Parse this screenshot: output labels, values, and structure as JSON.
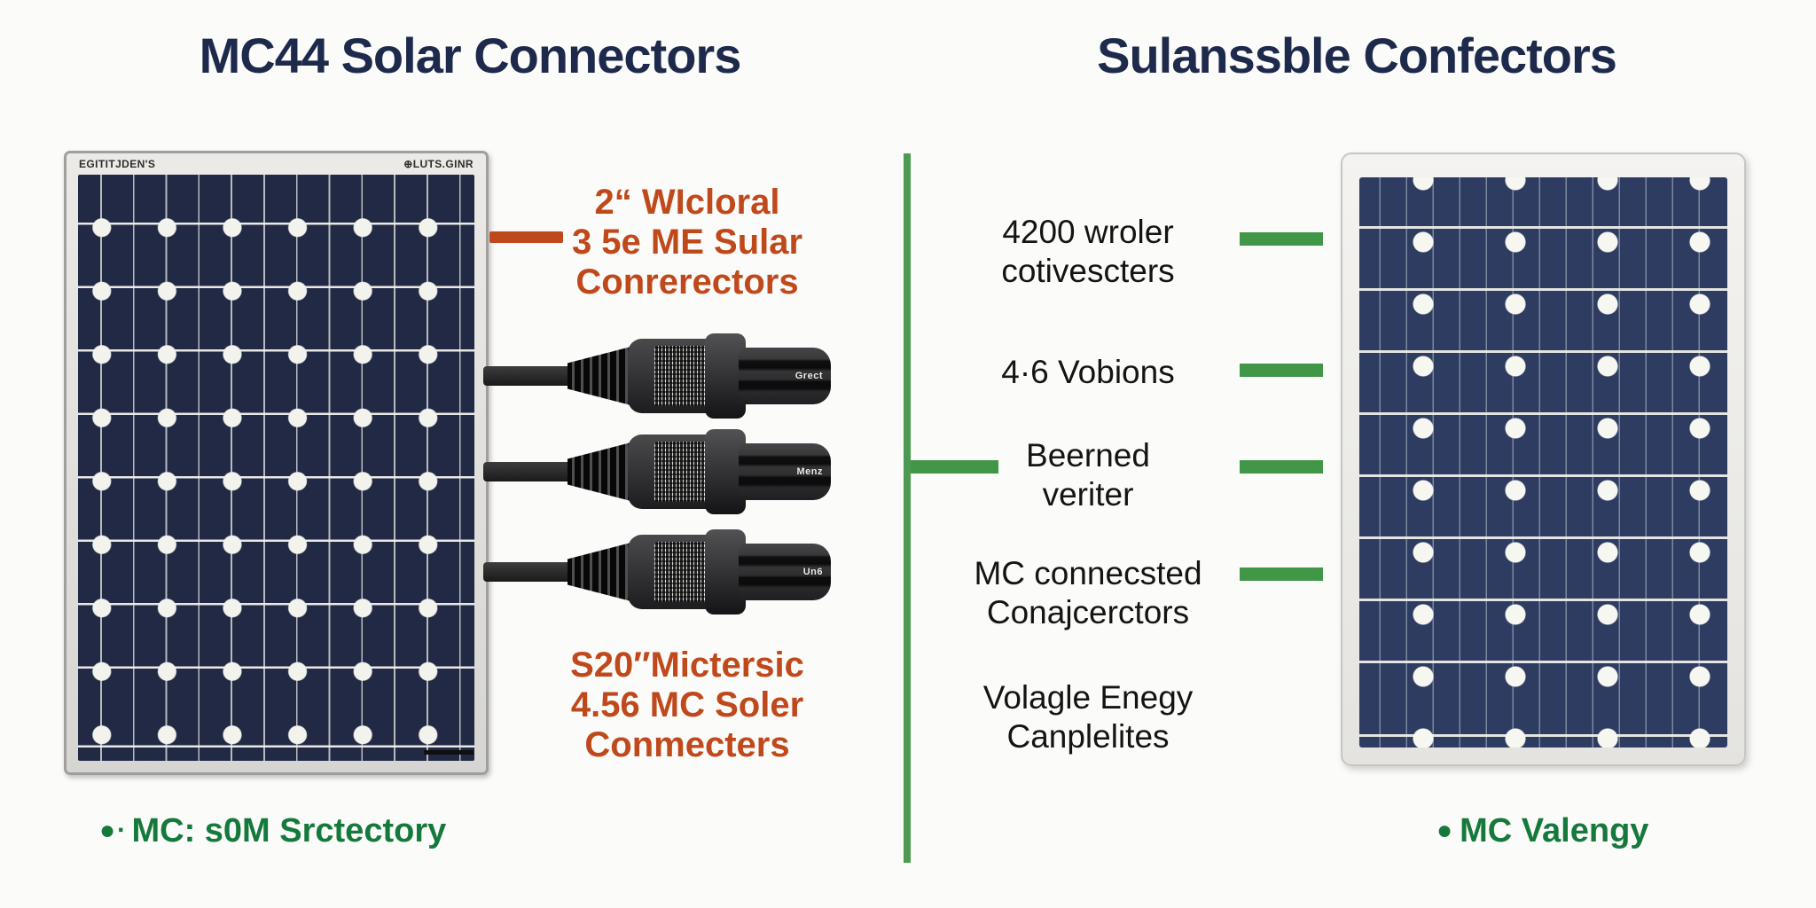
{
  "titles": {
    "left": "MC44 Solar Connectors",
    "right": "Sulanssble Confectors"
  },
  "left_panel": {
    "brand_left": "EGITITJDEN'S",
    "brand_right": "⊕LUTS.GINR"
  },
  "callouts": {
    "top": {
      "line1": "2“ WIcloral",
      "line2": "3 5e ME Sular",
      "line3": "Conrerectors"
    },
    "bottom": {
      "line1": "S20″Mictersic",
      "line2": "4.56 MC Soler",
      "line3": "Conmecters"
    }
  },
  "connectors": [
    {
      "label": "Grect"
    },
    {
      "label": "Menz"
    },
    {
      "label": "Un6"
    }
  ],
  "features": [
    {
      "line1": "4200 wroler",
      "line2": "cotivescters"
    },
    {
      "line1": "4·6 Vobions",
      "line2": ""
    },
    {
      "line1": "Beerned",
      "line2": "veriter"
    },
    {
      "line1": "MC connecsted",
      "line2": "Conajcerctors"
    },
    {
      "line1": "Volagle Enegy",
      "line2": "Canplelites"
    }
  ],
  "footers": {
    "left_bullets": "●∙",
    "left_text": "MC: s0M Srctectory",
    "right_bullet": "●",
    "right_text": "MC Valengy"
  },
  "colors": {
    "title_navy": "#1d2a4c",
    "accent_orange": "#c0491c",
    "line_green": "#419647",
    "footer_green": "#15793c",
    "label_black": "#141414",
    "panel_cell_left": "#212945",
    "panel_cell_right": "#2d3c60"
  }
}
